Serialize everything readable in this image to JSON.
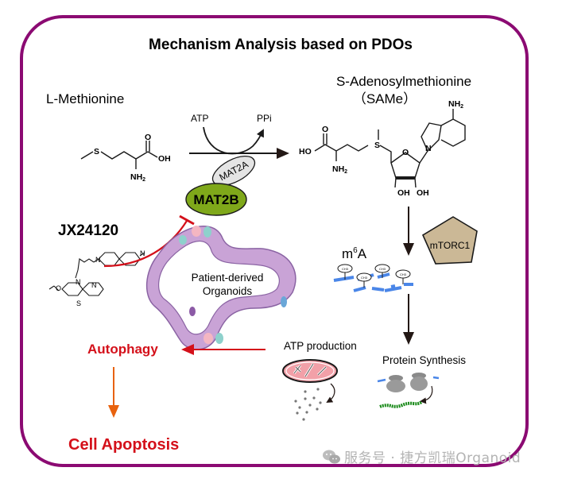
{
  "title": "Mechanism Analysis based on PDOs",
  "colors": {
    "frame": "#8b0a72",
    "mat2b_fill": "#7fa81a",
    "mat2a_fill": "#e4e4e4",
    "mtorc1_fill": "#cbb896",
    "inhibit_red": "#d4101a",
    "autophagy_arrow": "#e8620e",
    "rna_blue": "#4a86e8",
    "organoid_fill": "#c9a3d6",
    "mito_fill": "#f2a0a8",
    "peptide_green": "#1a8a1a"
  },
  "substrate": {
    "name": "L-Methionine",
    "atoms": {
      "s": "S",
      "oh": "OH",
      "nh2": "NH",
      "nh2_sub": "2",
      "o": "O"
    }
  },
  "reaction": {
    "cofactor_in": "ATP",
    "cofactor_out": "PPi",
    "enzyme_a": "MAT2A",
    "enzyme_b": "MAT2B"
  },
  "product": {
    "name": "S-Adenosylmethionine",
    "abbrev": "（SAMe）",
    "atoms": {
      "ho": "HO",
      "o": "O",
      "nh2": "NH",
      "nh2_sub": "2",
      "s": "S",
      "ring_o": "O",
      "oh1": "OH",
      "oh2": "OH",
      "n": "N",
      "top_nh2": "NH"
    }
  },
  "drug": {
    "name": "JX24120",
    "atoms": {
      "n1": "N",
      "n2": "N",
      "n3": "N",
      "n4": "N",
      "s": "S",
      "o": "O"
    }
  },
  "organoid": {
    "line1": "Patient-derived",
    "line2": "Organoids"
  },
  "m6a": {
    "label_main": "m",
    "label_sup": "6",
    "label_tail": "A",
    "methyl_tag": "CH3"
  },
  "mtorc1": {
    "label": "mTORC1"
  },
  "outcomes": {
    "atp_production": "ATP production",
    "protein_synthesis": "Protein Synthesis",
    "autophagy": "Autophagy",
    "apoptosis": "Cell Apoptosis"
  },
  "watermark": {
    "icon": "wechat-icon",
    "text": "服务号 · 捷方凯瑞Organoid"
  }
}
